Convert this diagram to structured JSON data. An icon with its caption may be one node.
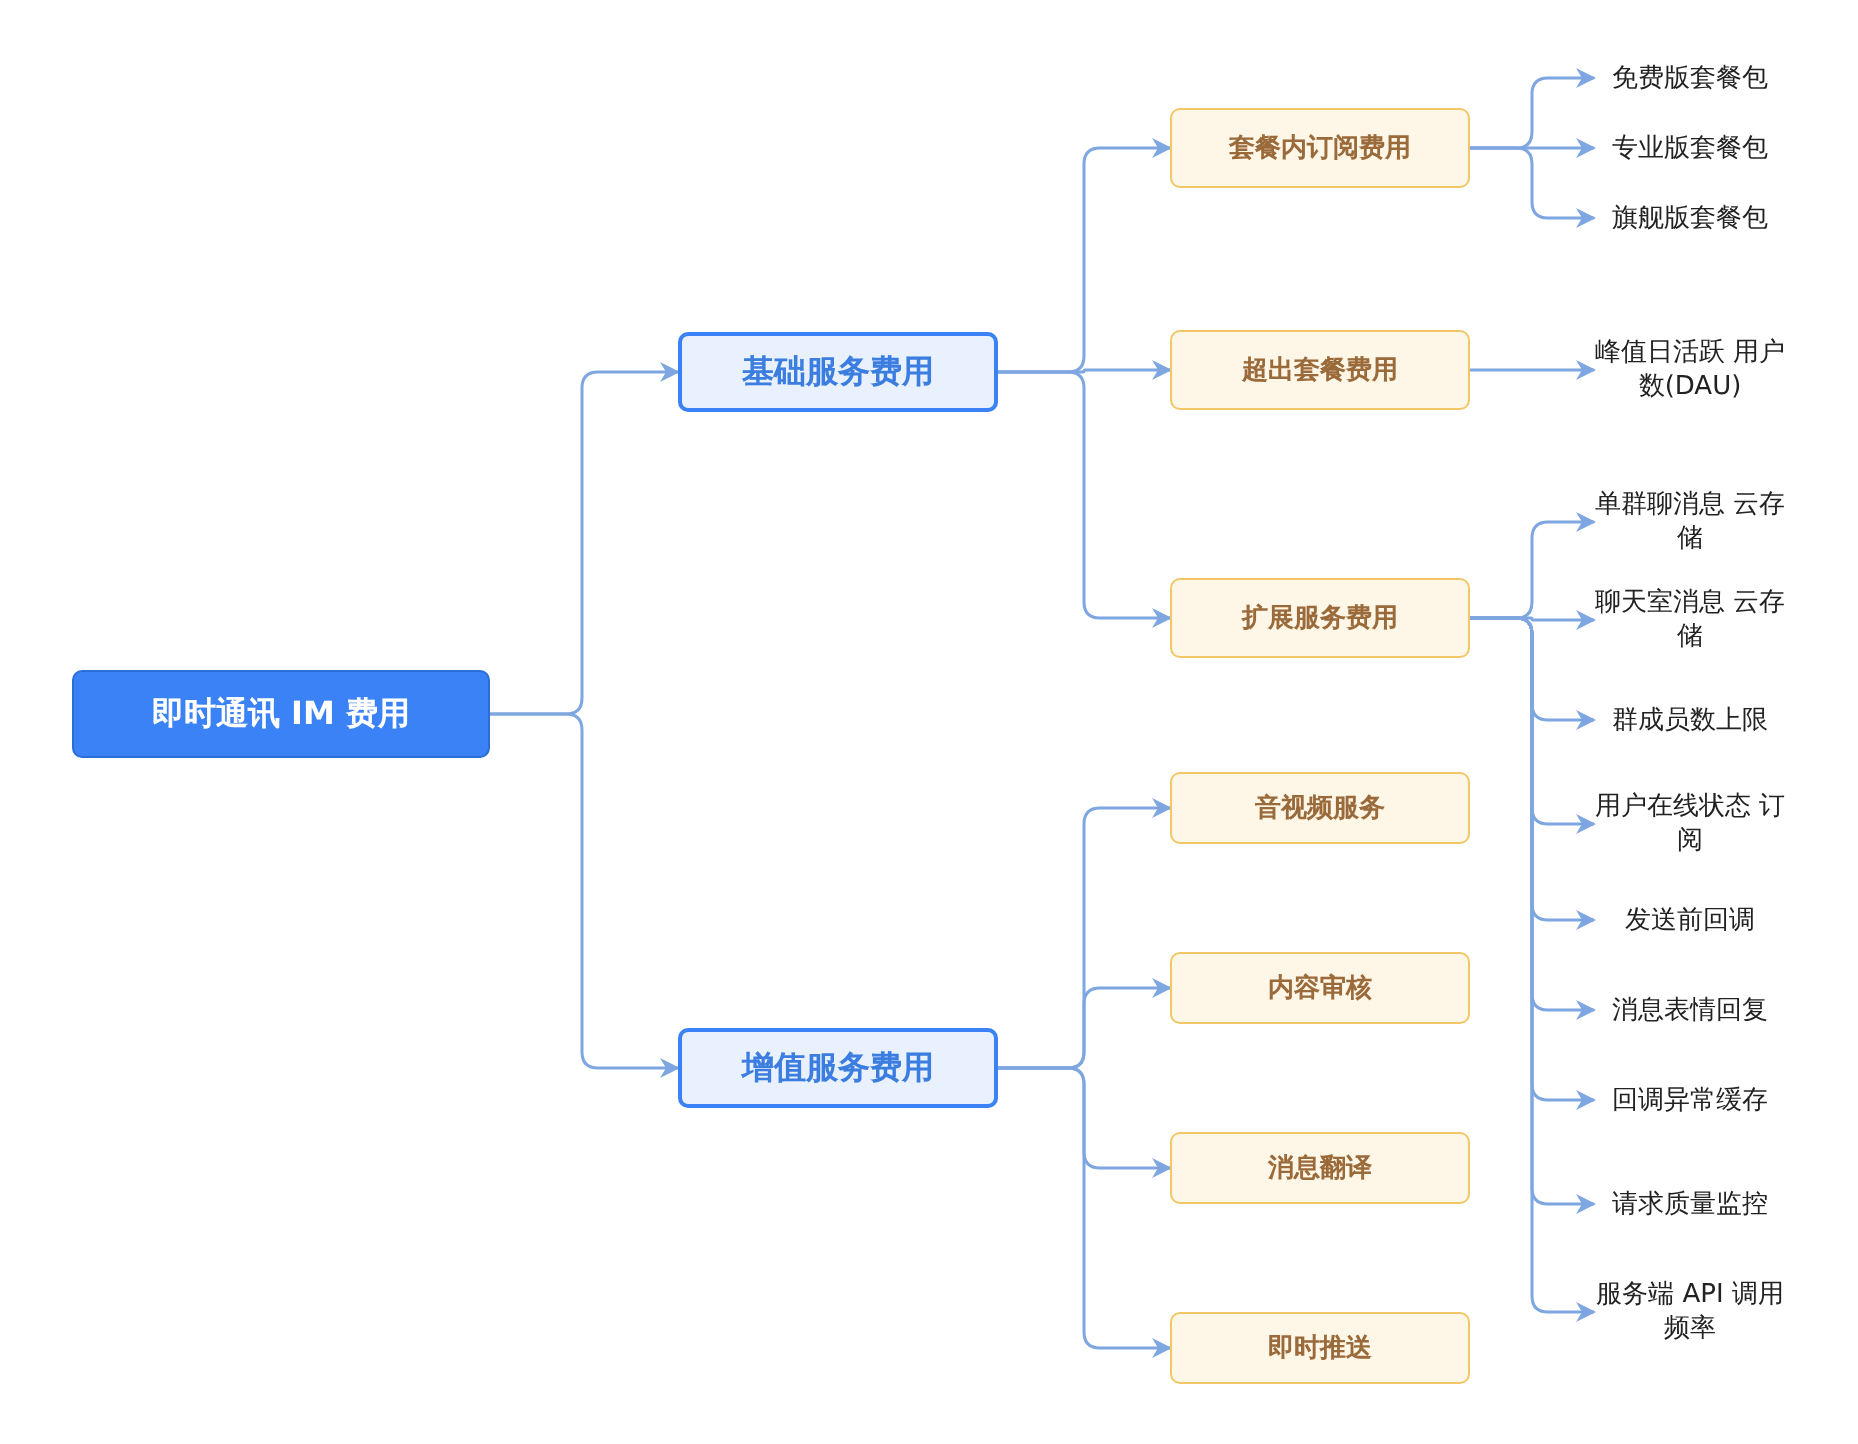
{
  "diagram": {
    "nodes": [
      {
        "text": [
          "即时通讯 IM 费用"
        ]
      },
      {
        "text": [
          "基础服务费用"
        ]
      },
      {
        "text": [
          "增值服务费用"
        ]
      },
      {
        "text": [
          "套餐内订阅费用"
        ]
      },
      {
        "text": [
          "超出套餐费用"
        ]
      },
      {
        "text": [
          "扩展服务费用"
        ]
      },
      {
        "text": [
          "音视频服务"
        ]
      },
      {
        "text": [
          "内容审核"
        ]
      },
      {
        "text": [
          "消息翻译"
        ]
      },
      {
        "text": [
          "即时推送"
        ]
      },
      {
        "text": [
          "免费版套餐包"
        ]
      },
      {
        "text": [
          "专业版套餐包"
        ]
      },
      {
        "text": [
          "旗舰版套餐包"
        ]
      },
      {
        "text": [
          "峰值日活跃 用户数(DAU)"
        ]
      },
      {
        "text": [
          "单群聊消息 云存储"
        ]
      },
      {
        "text": [
          "聊天室消息 云存储"
        ]
      },
      {
        "text": [
          "群成员数上限"
        ]
      },
      {
        "text": [
          "用户在线状态 订阅"
        ]
      },
      {
        "text": [
          "发送前回调"
        ]
      },
      {
        "text": [
          "消息表情回复"
        ]
      },
      {
        "text": [
          "回调异常缓存"
        ]
      },
      {
        "text": [
          "请求质量监控"
        ]
      },
      {
        "text": [
          "服务端 API 调用频率"
        ]
      }
    ],
    "edges": [
      {
        "from": 0,
        "to": 1,
        "arrow": "to"
      },
      {
        "from": 0,
        "to": 2,
        "arrow": "to"
      },
      {
        "from": 1,
        "to": 3,
        "arrow": "to"
      },
      {
        "from": 1,
        "to": 4,
        "arrow": "to"
      },
      {
        "from": 1,
        "to": 5,
        "arrow": "to"
      },
      {
        "from": 2,
        "to": 6,
        "arrow": "to"
      },
      {
        "from": 2,
        "to": 7,
        "arrow": "to"
      },
      {
        "from": 2,
        "to": 8,
        "arrow": "to"
      },
      {
        "from": 2,
        "to": 9,
        "arrow": "to"
      },
      {
        "from": 3,
        "to": 10,
        "arrow": "to"
      },
      {
        "from": 3,
        "to": 11,
        "arrow": "to"
      },
      {
        "from": 3,
        "to": 12,
        "arrow": "to"
      },
      {
        "from": 4,
        "to": 13,
        "arrow": "to"
      },
      {
        "from": 5,
        "to": 14,
        "arrow": "to"
      },
      {
        "from": 5,
        "to": 15,
        "arrow": "to"
      },
      {
        "from": 5,
        "to": 16,
        "arrow": "to"
      },
      {
        "from": 5,
        "to": 17,
        "arrow": "to"
      },
      {
        "from": 5,
        "to": 18,
        "arrow": "to"
      },
      {
        "from": 5,
        "to": 19,
        "arrow": "to"
      },
      {
        "from": 5,
        "to": 20,
        "arrow": "to"
      },
      {
        "from": 5,
        "to": 21,
        "arrow": "to"
      },
      {
        "from": 5,
        "to": 22,
        "arrow": "to"
      }
    ]
  }
}
